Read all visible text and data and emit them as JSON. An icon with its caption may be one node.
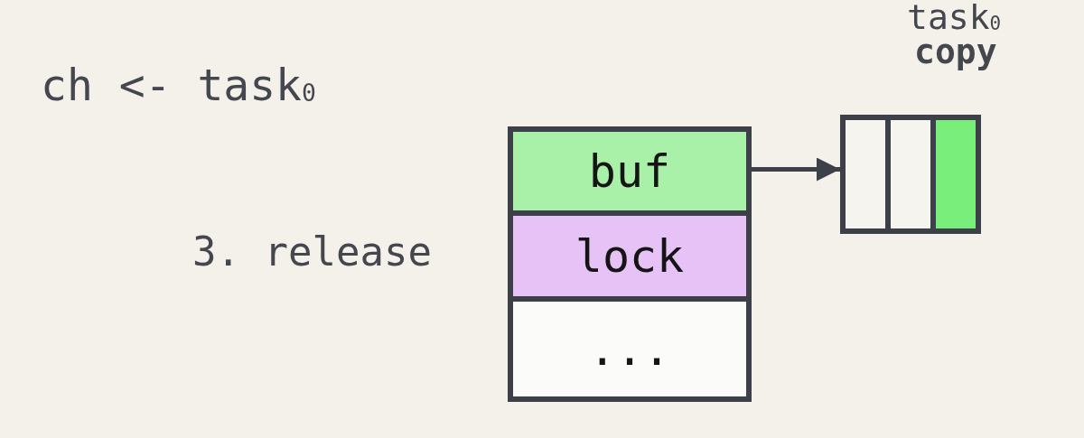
{
  "diagram": {
    "nodes": [
      {
        "text": [
          "buf"
        ]
      },
      {
        "text": [
          "lock"
        ]
      },
      {
        "text": [
          "..."
        ]
      },
      {
        "text": [],
        "shape": "box",
        "beside": [
          "task$_{0}$",
          "copy"
        ]
      }
    ],
    "edges": [
      {
        "from": 0,
        "to": 3,
        "arrow": "to"
      }
    ],
    "labels": [
      "ch <- task$_{0}$",
      "3. release"
    ]
  }
}
